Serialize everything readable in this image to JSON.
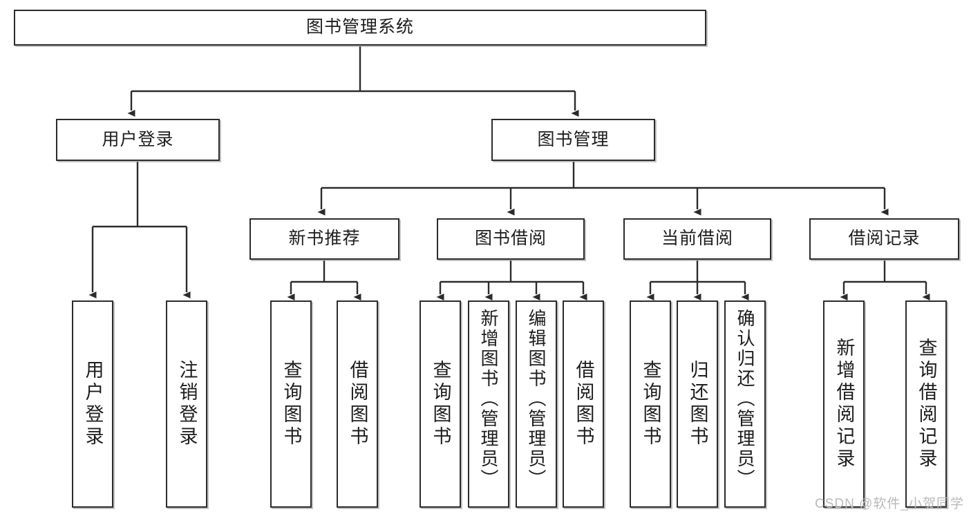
{
  "diagram": {
    "title": "图书管理系统",
    "watermark": "CSDN @软件_小贺同学",
    "stroke_color": "#2b2b2b",
    "fill_color": "#ffffff",
    "text_color": "#1d1d1d",
    "watermark_color": "#b9b9b9"
  },
  "nodes": {
    "root": {
      "label": "图书管理系统"
    },
    "level2": [
      {
        "label": "用户登录"
      },
      {
        "label": "图书管理"
      }
    ],
    "level3": [
      {
        "label": "新书推荐"
      },
      {
        "label": "图书借阅"
      },
      {
        "label": "当前借阅"
      },
      {
        "label": "借阅记录"
      }
    ],
    "leaves": {
      "user_login": [
        {
          "label": "用户登录"
        },
        {
          "label": "注销登录"
        }
      ],
      "new_book": [
        {
          "label": "查询图书"
        },
        {
          "label": "借阅图书"
        }
      ],
      "book_borrow": [
        {
          "label": "查询图书"
        },
        {
          "label": "新增图书（管理员）"
        },
        {
          "label": "编辑图书（管理员）"
        },
        {
          "label": "借阅图书"
        }
      ],
      "current_borrow": [
        {
          "label": "查询图书"
        },
        {
          "label": "归还图书"
        },
        {
          "label": "确认归还（管理员）"
        }
      ],
      "borrow_record": [
        {
          "label": "新增借阅记录"
        },
        {
          "label": "查询借阅记录"
        }
      ]
    }
  },
  "chart_data": {
    "type": "tree",
    "title": "图书管理系统",
    "root": "图书管理系统",
    "edges": [
      [
        "图书管理系统",
        "用户登录"
      ],
      [
        "图书管理系统",
        "图书管理"
      ],
      [
        "用户登录",
        "用户登录"
      ],
      [
        "用户登录",
        "注销登录"
      ],
      [
        "图书管理",
        "新书推荐"
      ],
      [
        "图书管理",
        "图书借阅"
      ],
      [
        "图书管理",
        "当前借阅"
      ],
      [
        "图书管理",
        "借阅记录"
      ],
      [
        "新书推荐",
        "查询图书"
      ],
      [
        "新书推荐",
        "借阅图书"
      ],
      [
        "图书借阅",
        "查询图书"
      ],
      [
        "图书借阅",
        "新增图书（管理员）"
      ],
      [
        "图书借阅",
        "编辑图书（管理员）"
      ],
      [
        "图书借阅",
        "借阅图书"
      ],
      [
        "当前借阅",
        "查询图书"
      ],
      [
        "当前借阅",
        "归还图书"
      ],
      [
        "当前借阅",
        "确认归还（管理员）"
      ],
      [
        "借阅记录",
        "新增借阅记录"
      ],
      [
        "借阅记录",
        "查询借阅记录"
      ]
    ]
  }
}
